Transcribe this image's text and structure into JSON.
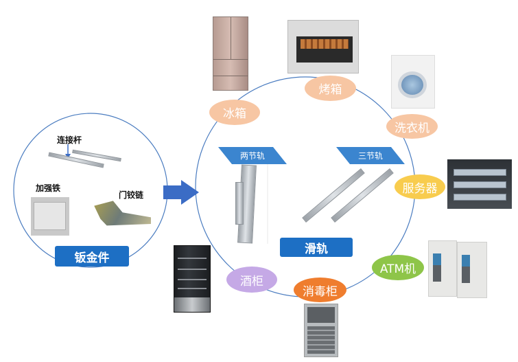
{
  "left_panel": {
    "title": "钣金件",
    "parts": [
      {
        "label": "连接杆"
      },
      {
        "label": "加强铁"
      },
      {
        "label": "门铰链"
      }
    ]
  },
  "center_panel": {
    "title": "滑轨",
    "rails": [
      {
        "label": "两节轨"
      },
      {
        "label": "三节轨"
      }
    ]
  },
  "applications": [
    {
      "label": "冰箱",
      "color": "#f7c6a3"
    },
    {
      "label": "烤箱",
      "color": "#f7c6a3"
    },
    {
      "label": "洗衣机",
      "color": "#f7c6a3"
    },
    {
      "label": "服务器",
      "color": "#f8cc4e"
    },
    {
      "label": "ATM机",
      "color": "#8ec549"
    },
    {
      "label": "消毒柜",
      "color": "#ef7d2e"
    },
    {
      "label": "酒柜",
      "color": "#c5a9e6"
    }
  ],
  "colors": {
    "label_blue": "#1d6fc4",
    "circle_line": "#4a7cc0",
    "arrow": "#3b6cc5"
  }
}
